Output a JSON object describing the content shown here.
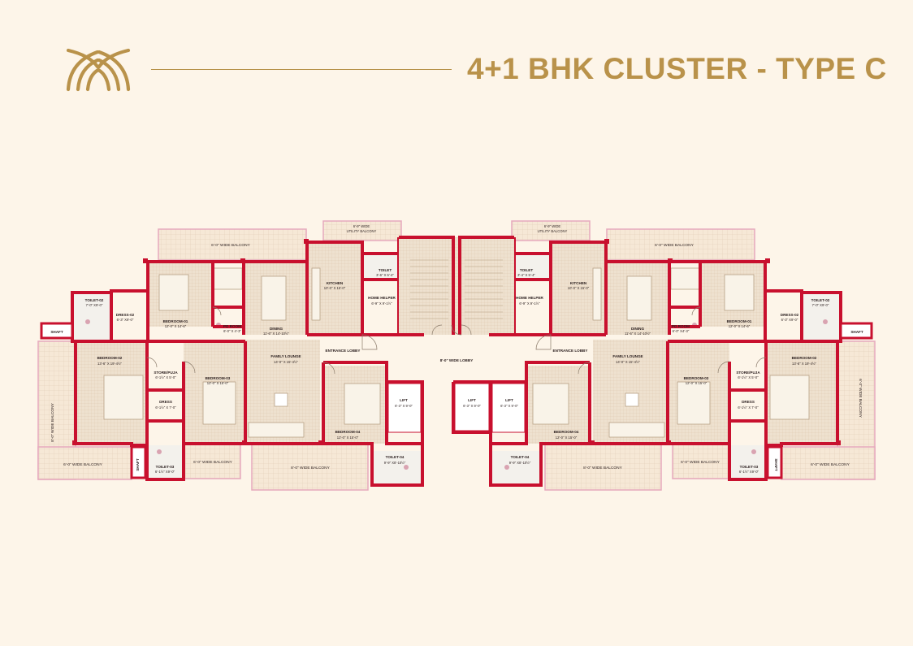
{
  "header": {
    "title": "4+1 BHK CLUSTER - TYPE C",
    "logo_icon": "wheat-arches-logo-icon"
  },
  "colors": {
    "background": "#fdf5e9",
    "gold": "#b9924a",
    "wall": "#c8102e",
    "balcony_outline": "#e6a9bd",
    "floor_tile": "#ecdcc9"
  },
  "plan": {
    "left_unit": {
      "balcony_top": "6'-0\" WIDE BALCONY",
      "utility_balcony": [
        "6'-9\" WIDE",
        "UTILITY BALCONY"
      ],
      "toilet_top": {
        "name": "TOILET",
        "size": "3'-6\" X 5'-4\""
      },
      "kitchen": {
        "name": "KITCHEN",
        "size": "10'-0\" X 15'-0\""
      },
      "home_helper": {
        "name": "HOME HELPER",
        "size": "6'-9\" X 9'-1½\""
      },
      "dining": {
        "name": "DINING",
        "size": "11'-6\" X 14'-10½\""
      },
      "pd_room": {
        "name": "PD ROOM",
        "size": "6'-0\" X 4'-3\""
      },
      "bedroom_01": {
        "name": "BEDROOM-01",
        "size": "12'-0\" X 14'-6\""
      },
      "toilet_02": {
        "name": "TOILET-02",
        "size": "7'-0\" X9'-0\""
      },
      "dress_02": {
        "name": "DRESS-02",
        "size": "6'-3\" X9'-0\""
      },
      "shaft_top": "SHAFT",
      "bedroom_02": {
        "name": "BEDROOM-02",
        "size": "13'-6\" X 19'-4½\""
      },
      "store_puja": {
        "name": "STORE/PUJA",
        "size": "6'-1½\" X 5'-0\""
      },
      "dress": {
        "name": "DRESS",
        "size": "6'-1½\" X 7'-0\""
      },
      "bedroom_03": {
        "name": "BEDROOM-03",
        "size": "12'-0\" X 15'-0\""
      },
      "family_lounge": {
        "name": "FAMILY LOUNGE",
        "size": "14'-0\" X 15'-4½\""
      },
      "entrance_lobby": "ENTRANCE LOBBY",
      "bedroom_04": {
        "name": "BEDROOM-04",
        "size": "12'-0\" X 15'-0\""
      },
      "toilet_04": {
        "name": "TOILET-04",
        "size": "9'-9\" X8'-10½\""
      },
      "toilet_03": {
        "name": "TOILET-03",
        "size": "6'-1½\" X9'-0\""
      },
      "shaft_bottom": "SHAFT",
      "balcony_left_vertical": "8'-0\" WIDE BALCONY",
      "balcony_bottom_left": "6'-0\" WIDE BALCONY",
      "balcony_bottom_mid": "6'-0\" WIDE BALCONY",
      "balcony_bottom_big": "8'-0\" WIDE BALCONY"
    },
    "right_unit": {
      "balcony_top": "6'-0\" WIDE BALCONY",
      "utility_balcony": [
        "6'-9\" WIDE",
        "UTILITY BALCONY"
      ],
      "toilet_top": {
        "name": "TOILET",
        "size": "3'-4\" X 5'-4\""
      },
      "kitchen": {
        "name": "KITCHEN",
        "size": "10'-0\" X 15'-0\""
      },
      "home_helper": {
        "name": "HOME HELPER",
        "size": "6'-9\" X 9'-1½\""
      },
      "dining": {
        "name": "DINING",
        "size": "11'-6\" X 14'-10½\""
      },
      "pd_room": {
        "name": "PD ROOM",
        "size": "6'-0\" X4'-3\""
      },
      "bedroom_01": {
        "name": "BEDROOM-01",
        "size": "12'-0\" X 14'-6\""
      },
      "toilet_02": {
        "name": "TOILET-02",
        "size": "7'-0\" X9'-0\""
      },
      "dress_02": {
        "name": "DRESS-02",
        "size": "6'-3\" X9'-0\""
      },
      "shaft_top": "SHAFT",
      "bedroom_02": {
        "name": "BEDROOM-02",
        "size": "13'-6\" X 19'-4½\""
      },
      "store_puja": {
        "name": "STORE/PUJA",
        "size": "6'-1½\" X 5'-0\""
      },
      "dress": {
        "name": "DRESS",
        "size": "6'-1½\" X 7'-0\""
      },
      "bedroom_03": {
        "name": "BEDROOM-03",
        "size": "12'-0\" X 15'-0\""
      },
      "family_lounge": {
        "name": "FAMILY LOUNGE",
        "size": "14'-0\" X 15'-4½\""
      },
      "entrance_lobby": "ENTRANCE LOBBY",
      "bedroom_04": {
        "name": "BEDROOM-04",
        "size": "12'-0\" X 15'-0\""
      },
      "toilet_04": {
        "name": "TOILET-04",
        "size": "9'-9\" X8'-10½\""
      },
      "toilet_03": {
        "name": "TOILET-03",
        "size": "6'-1½\" X9'-0\""
      },
      "shaft_bottom": "SHAFT",
      "balcony_right_vertical": "6'-0\" WIDE BALCONY",
      "balcony_bottom_right": "6'-0\" WIDE BALCONY",
      "balcony_bottom_mid": "6'-0\" WIDE BALCONY",
      "balcony_bottom_big": "8'-0\" WIDE BALCONY"
    },
    "core": {
      "lobby": "8'-0\" WIDE LOBBY",
      "lift_1": {
        "name": "LIFT",
        "size": "6'-3\" X 9'-0\""
      },
      "lift_2": {
        "name": "LIFT",
        "size": "6'-3\" X 9'-0\""
      },
      "lift_3": {
        "name": "LIFT",
        "size": "6'-3\" X 9'-0\""
      }
    }
  }
}
